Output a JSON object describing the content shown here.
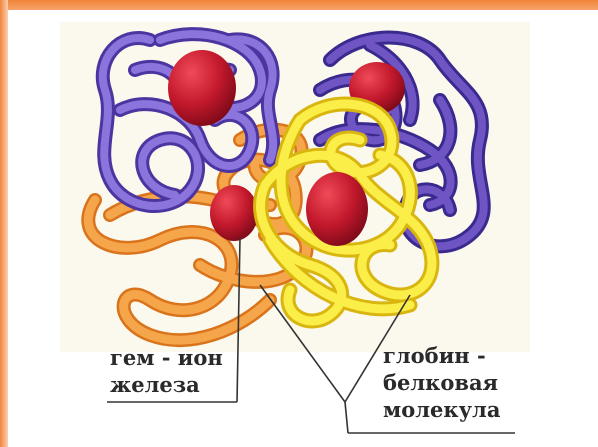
{
  "labels": {
    "heme_line1": "гем - ион",
    "heme_line2": "железа",
    "globin_line1": "глобин -",
    "globin_line2": "белковая",
    "globin_line3": "молекула"
  },
  "colors": {
    "frame": "#f0843a",
    "chain_purple": "#6f54c4",
    "chain_orange": "#f39a3c",
    "chain_yellow": "#f5e02c",
    "heme_red": "#c4192d",
    "pointer_line": "#333333"
  }
}
